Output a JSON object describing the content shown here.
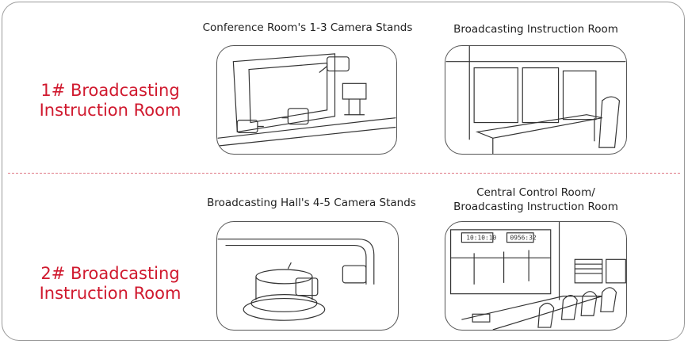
{
  "rooms": [
    {
      "label_line1": "1# Broadcasting",
      "label_line2": "Instruction Room",
      "images": [
        {
          "caption": "Conference Room's 1-3 Camera Stands"
        },
        {
          "caption": "Broadcasting Instruction Room"
        }
      ]
    },
    {
      "label_line1": "2# Broadcasting",
      "label_line2": "Instruction Room",
      "images": [
        {
          "caption": "Broadcasting Hall's 4-5 Camera Stands"
        },
        {
          "caption_line1": "Central Control Room/",
          "caption_line2": "Broadcasting Instruction Room"
        }
      ]
    }
  ],
  "clocks": {
    "clock1": "10:10:10",
    "clock2": "0956:32"
  },
  "colors": {
    "accent": "#d0192e",
    "divider": "#e07a86",
    "border": "#9a9a9a"
  }
}
